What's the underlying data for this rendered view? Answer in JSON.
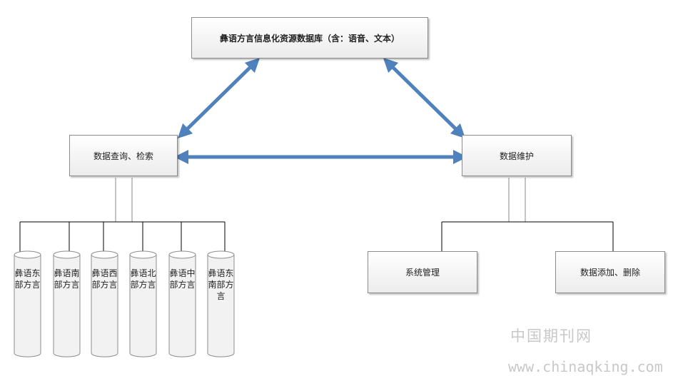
{
  "nodes": {
    "database": "彝语方言信息化资源数据库（含：语音、文本）",
    "query": "数据查询、检索",
    "maintenance": "数据维护",
    "system": "系统管理",
    "add_delete": "数据添加、删除"
  },
  "dialects": [
    "彝语东部方言",
    "彝语南部方言",
    "彝语西部方言",
    "彝语北部方言",
    "彝语中部方言",
    "彝语东南部方言"
  ],
  "watermark": {
    "name": "中国期刊网",
    "url": "www.chinaqking.com"
  },
  "colors": {
    "arrow": "#4f81bd",
    "line": "#000000",
    "box_border": "#8c8c8c"
  }
}
